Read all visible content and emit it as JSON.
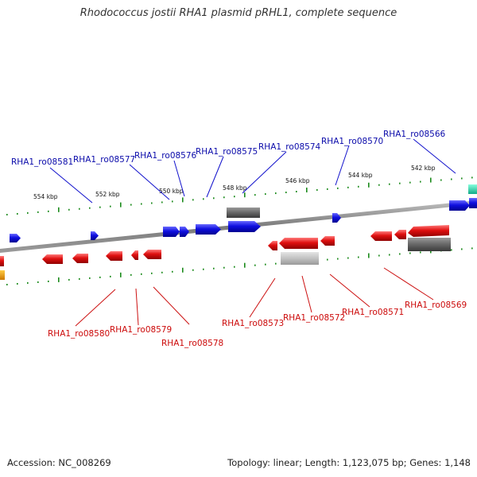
{
  "title": "Rhodococcus jostii RHA1 plasmid pRHL1, complete sequence",
  "footer": {
    "accession": "Accession: NC_008269",
    "summary": "Topology: linear; Length: 1,123,075 bp; Genes: 1,148"
  },
  "colors": {
    "forward_gene": "#1010e0",
    "reverse_gene": "#e01010",
    "rna_gray": "#666666",
    "backbone": "#888888",
    "ticks": "#1a8a1a",
    "accent_teal": "#22ddaa",
    "accent_orange": "#f5a000"
  },
  "scale_ticks": [
    "554 kbp",
    "552 kbp",
    "550 kbp",
    "548 kbp",
    "546 kbp",
    "544 kbp",
    "542 kbp"
  ],
  "top_labels": [
    "RHA1_ro08581",
    "RHA1_ro08577",
    "RHA1_ro08576",
    "RHA1_ro08575",
    "RHA1_ro08574",
    "RHA1_ro08570",
    "RHA1_ro08566"
  ],
  "bottom_labels": [
    "RHA1_ro08580",
    "RHA1_ro08579",
    "RHA1_ro08578",
    "RHA1_ro08573",
    "RHA1_ro08572",
    "RHA1_ro08571",
    "RHA1_ro08569"
  ]
}
